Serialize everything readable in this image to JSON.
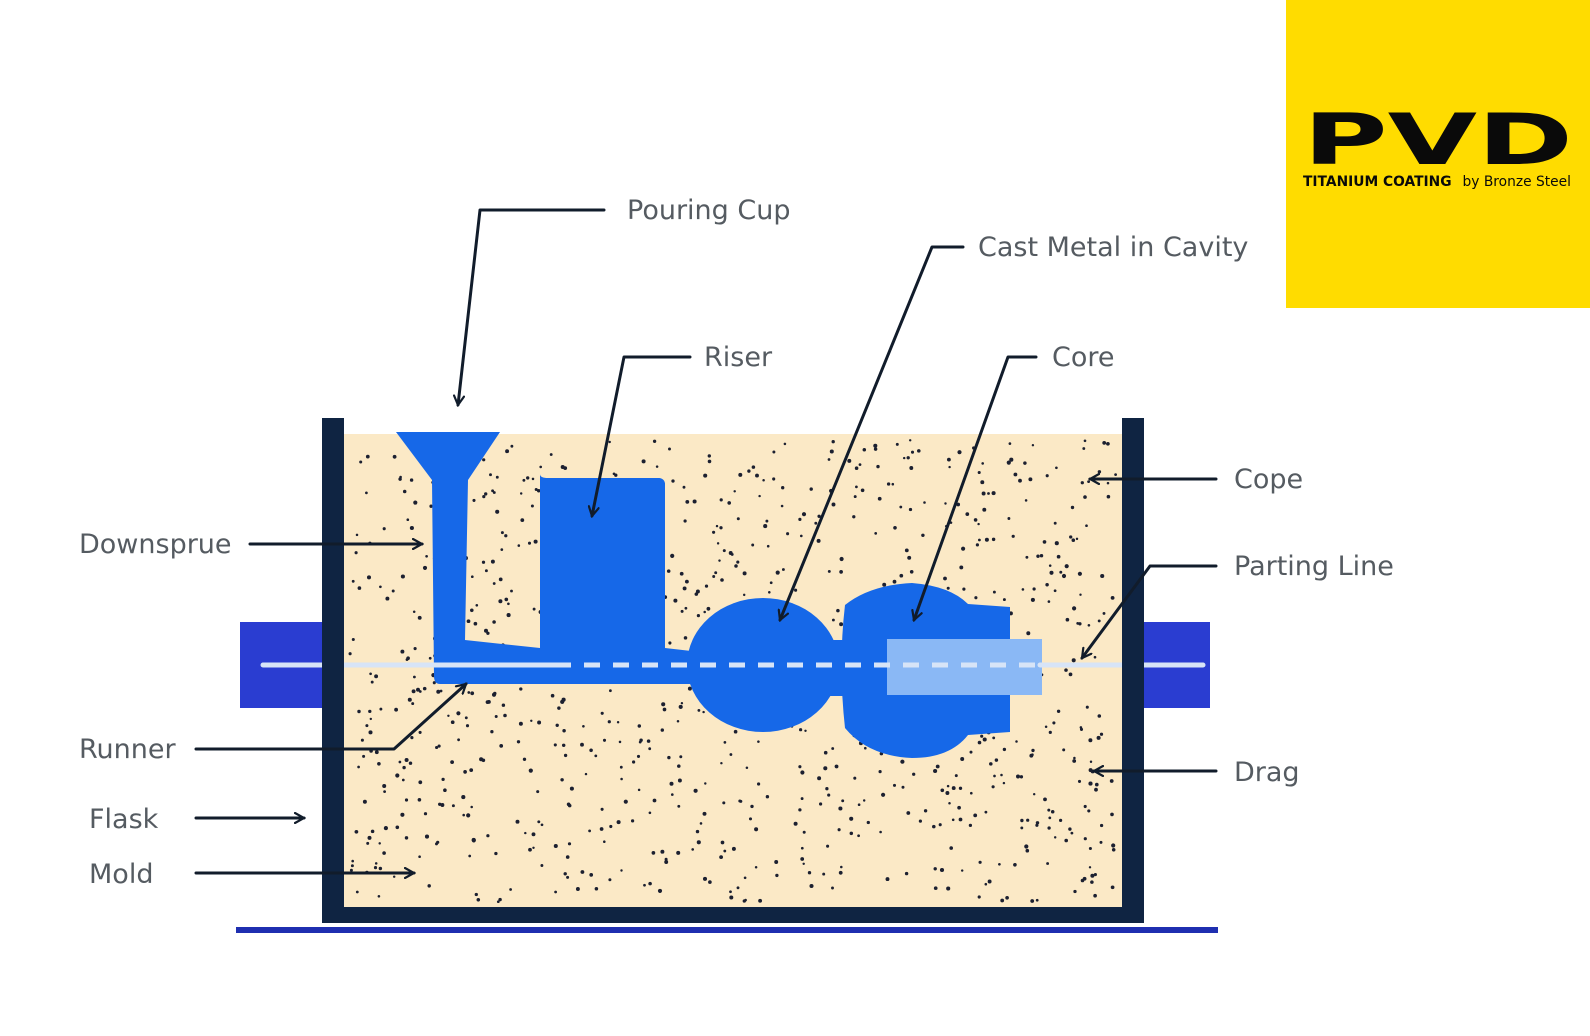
{
  "labels": {
    "pouring_cup": "Pouring Cup",
    "cast_metal": "Cast Metal in Cavity",
    "riser": "Riser",
    "core": "Core",
    "cope": "Cope",
    "downsprue": "Downsprue",
    "parting_line": "Parting Line",
    "runner": "Runner",
    "drag": "Drag",
    "flask": "Flask",
    "mold": "Mold"
  },
  "logo": {
    "wordmark": "PVD",
    "tagline_bold": "TITANIUM COATING",
    "tagline_rest": "by Bronze Steel"
  },
  "colors": {
    "sand": "#fbe9c6",
    "metal": "#1668e8",
    "core": "#8ab8f5",
    "flask": "#0f2442",
    "parting_bar": "#2a3dd1",
    "logo_bg": "#ffdc00"
  }
}
